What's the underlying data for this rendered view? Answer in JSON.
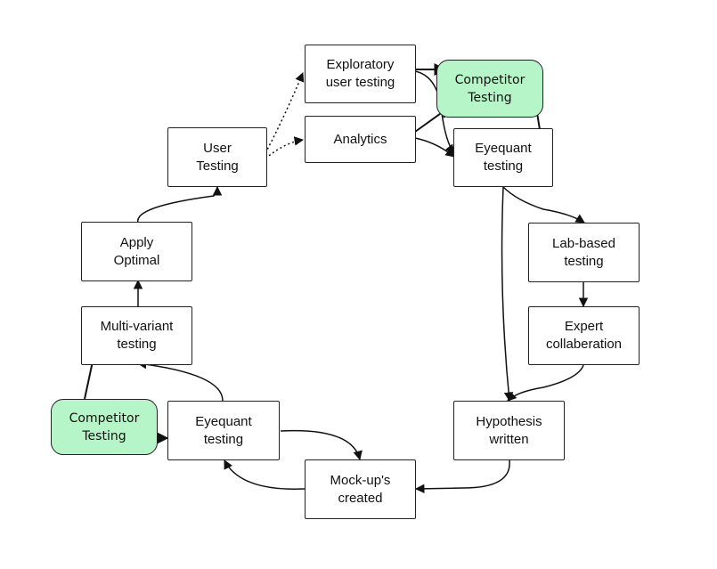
{
  "diagram": {
    "nodes": {
      "exploratory_user_testing": "Exploratory\nuser testing",
      "analytics": "Analytics",
      "competitor_testing_top": "Competitor\nTesting",
      "eyequant_testing_top": "Eyequant\ntesting",
      "user_testing": "User\nTesting",
      "lab_based_testing": "Lab-based\ntesting",
      "apply_optimal": "Apply\nOptimal",
      "expert_collaboration": "Expert\ncollaberation",
      "multi_variant_testing": "Multi-variant\ntesting",
      "competitor_testing_bottom": "Competitor\nTesting",
      "eyequant_testing_bottom": "Eyequant\ntesting",
      "hypothesis_written": "Hypothesis\nwritten",
      "mockups_created": "Mock-up's\ncreated"
    },
    "colors": {
      "highlight_fill": "#b6f5c7",
      "border": "#222222",
      "text": "#111111"
    }
  }
}
